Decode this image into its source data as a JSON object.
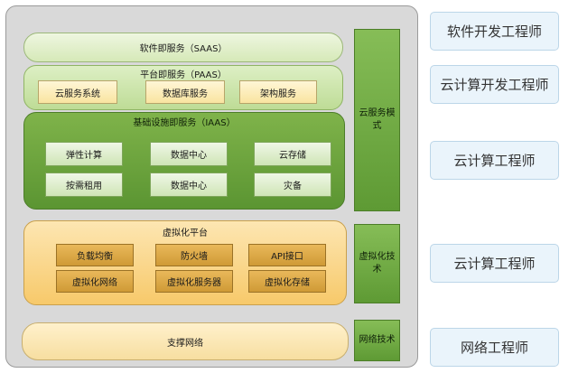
{
  "layers": {
    "saas": "软件即服务（SAAS）",
    "paas": {
      "title": "平台即服务（PAAS）",
      "items": [
        "云服务系统",
        "数据库服务",
        "架构服务"
      ]
    },
    "iaas": {
      "title": "基础设施即服务（IAAS）",
      "items": [
        "弹性计算",
        "数据中心",
        "云存储",
        "按需租用",
        "数据中心",
        "灾备"
      ]
    },
    "virtualization": {
      "title": "虚拟化平台",
      "items": [
        "负载均衡",
        "防火墙",
        "API接口",
        "虚拟化网络",
        "虚拟化服务器",
        "虚拟化存储"
      ]
    },
    "support": "支撑网络"
  },
  "side_labels": [
    "云服务模式",
    "虚拟化技术",
    "网络技术"
  ],
  "roles": [
    "软件开发工程师",
    "云计算开发工程师",
    "云计算工程师",
    "云计算工程师",
    "网络工程师"
  ],
  "colors": {
    "outer": "#d9d9d9",
    "saas": "#d6e9b8",
    "paas": "#bedc96",
    "iaas": "#5b9532",
    "virtualization": "#f7c96a",
    "support": "#f7dea0",
    "side": "#5e9a34",
    "role": "#eaf4fb"
  }
}
